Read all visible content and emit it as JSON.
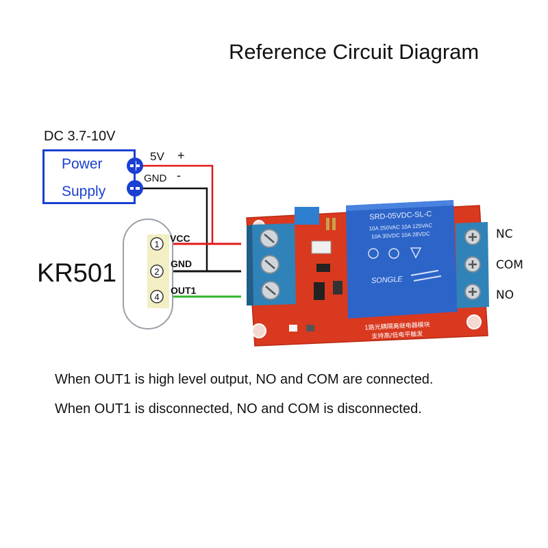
{
  "title": "Reference Circuit Diagram",
  "power_supply": {
    "voltage_range": "DC 3.7-10V",
    "line1": "Power",
    "line2": "Supply",
    "pos_label": "5V",
    "pos_sign": "+",
    "neg_label": "GND",
    "neg_sign": "-"
  },
  "sensor": {
    "name": "KR501",
    "pins": [
      {
        "number": "1",
        "label": "VCC"
      },
      {
        "number": "2",
        "label": "GND"
      },
      {
        "number": "4",
        "label": "OUT1"
      }
    ]
  },
  "relay_module": {
    "relay_text_top": "SRD-05VDC-SL-C",
    "relay_ratings": [
      "10A 250VAC  10A 125VAC",
      "10A 30VDC  10A 28VDC"
    ],
    "relay_brand": "SONGLE",
    "board_text_1": "1路光耦隔离继电器模块",
    "board_text_2": "支持高/低电平触发",
    "terminals": [
      "NC",
      "COM",
      "NO"
    ]
  },
  "notes": [
    "When OUT1 is high level output, NO and COM are connected.",
    "When OUT1 is disconnected, NO and COM is disconnected."
  ],
  "colors": {
    "power_blue": "#1a3fd1",
    "wire_red": "#e01818",
    "wire_black": "#111111",
    "wire_green": "#2db52d",
    "board_red": "#d9391f",
    "terminal_blue": "#2f83b8",
    "relay_blue": "#2c64c8"
  }
}
